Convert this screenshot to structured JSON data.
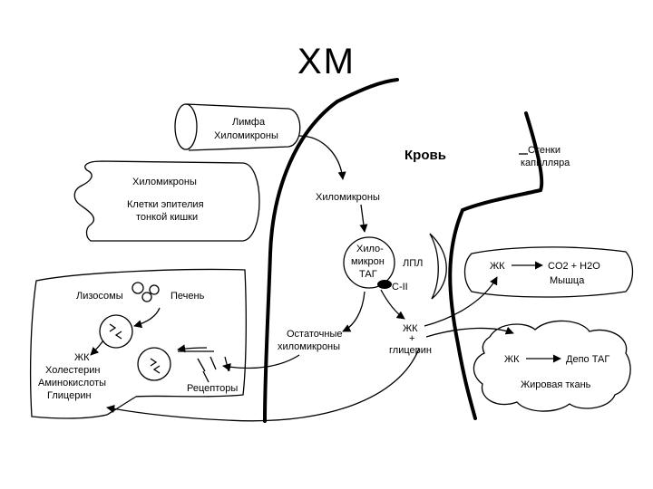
{
  "title": "ХМ",
  "labels": {
    "lymph": "Лимфа",
    "lymph_chylo": "Хиломикроны",
    "epi_chylo": "Хиломикроны",
    "epi_cells": "Клетки эпителия",
    "epi_intestine": "тонкой кишки",
    "blood": "Кровь",
    "capillary_walls_1": "Стенки",
    "capillary_walls_2": "капилляра",
    "blood_chylo": "Хиломикроны",
    "chylo_particle_1": "Хило-",
    "chylo_particle_2": "микрон",
    "chylo_particle_3": "ТАГ",
    "lpl": "ЛПЛ",
    "c2": "С-II",
    "remnant_1": "Остаточные",
    "remnant_2": "хиломикроны",
    "fa_glycerol_1": "ЖК",
    "fa_glycerol_2": "+",
    "fa_glycerol_3": "глицерин",
    "lysosomes": "Лизосомы",
    "liver": "Печень",
    "liver_out_1": "ЖК",
    "liver_out_2": "Холестерин",
    "liver_out_3": "Аминокислоты",
    "liver_out_4": "Глицерин",
    "receptors": "Рецепторы",
    "muscle_fa": "ЖК",
    "muscle_products": "CO2 + H2O",
    "muscle": "Мышца",
    "adipose_fa": "ЖК",
    "adipose_depot": "Депо ТАГ",
    "adipose": "Жировая ткань"
  },
  "colors": {
    "ink": "#000000",
    "background": "#ffffff"
  }
}
